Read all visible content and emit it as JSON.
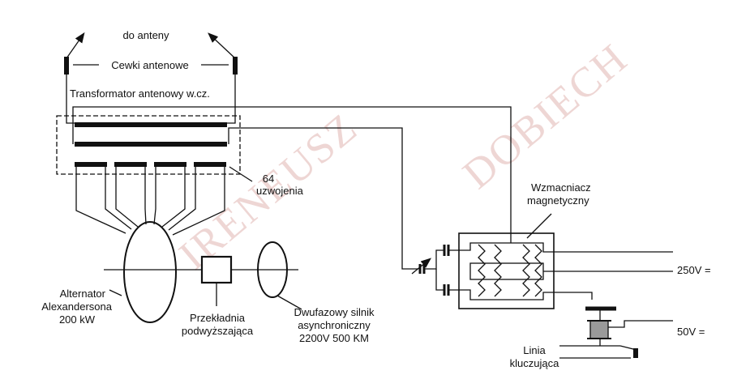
{
  "labels": {
    "to_antenna": "do anteny",
    "antenna_coils": "Cewki antenowe",
    "antenna_transformer": "Transformator antenowy w.cz.",
    "windings_count": "64",
    "windings": "uzwojenia",
    "magnetic_amplifier_1": "Wzmacniacz",
    "magnetic_amplifier_2": "magnetyczny",
    "voltage_250": "250V =",
    "voltage_50": "50V =",
    "alternator_1": "Alternator",
    "alternator_2": "Alexandersona",
    "alternator_3": "200 kW",
    "gearbox_1": "Przekładnia",
    "gearbox_2": "podwyższająca",
    "motor_1": "Dwufazowy silnik",
    "motor_2": "asynchroniczny",
    "motor_3": "2200V  500 KM",
    "keying_line_1": "Linia",
    "keying_line_2": "kluczująca"
  },
  "watermark": {
    "word1": "IRENEUSZ",
    "word2": "DOBIECH",
    "color": "#e9c9c6"
  }
}
